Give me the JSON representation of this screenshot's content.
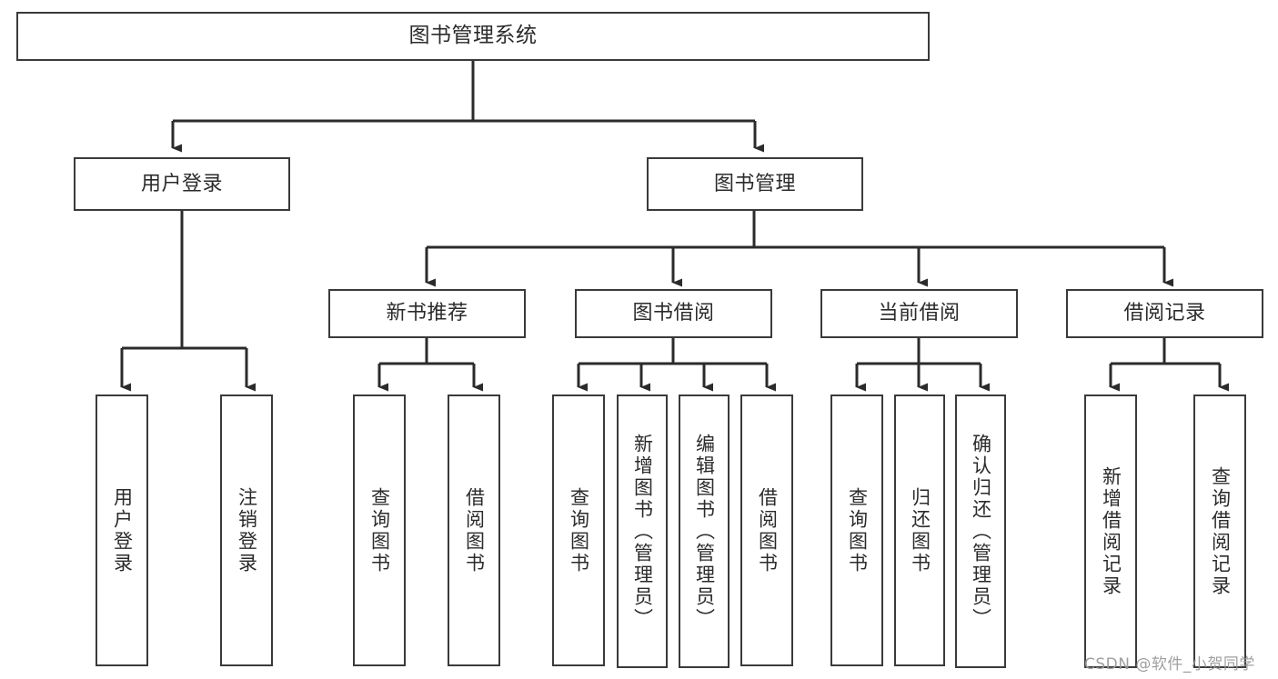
{
  "diagram": {
    "title": "图书管理系统",
    "type": "hierarchy-tree",
    "watermark": "CSDN @软件_小贺同学",
    "colors": {
      "box_border": "#3a3a3a",
      "box_fill": "#ffffff",
      "connector": "#2b2b2b",
      "text": "#2b2b2b",
      "watermark": "#9a9a9a",
      "background": "#ffffff"
    },
    "levels": {
      "root": {
        "label": "图书管理系统"
      },
      "level2": [
        {
          "label": "用户登录"
        },
        {
          "label": "图书管理"
        }
      ],
      "level3": [
        {
          "label": "新书推荐"
        },
        {
          "label": "图书借阅"
        },
        {
          "label": "当前借阅"
        },
        {
          "label": "借阅记录"
        }
      ]
    },
    "leaves": {
      "user_login": [
        {
          "label": "用户登录"
        },
        {
          "label": "注销登录"
        }
      ],
      "new_book": [
        {
          "label": "查询图书"
        },
        {
          "label": "借阅图书"
        }
      ],
      "book_borrow": [
        {
          "label": "查询图书"
        },
        {
          "label": "新增图书（管理员）"
        },
        {
          "label": "编辑图书（管理员）"
        },
        {
          "label": "借阅图书"
        }
      ],
      "current_borrow": [
        {
          "label": "查询图书"
        },
        {
          "label": "归还图书"
        },
        {
          "label": "确认归还（管理员）"
        }
      ],
      "borrow_record": [
        {
          "label": "新增借阅记录"
        },
        {
          "label": "查询借阅记录"
        }
      ]
    }
  }
}
